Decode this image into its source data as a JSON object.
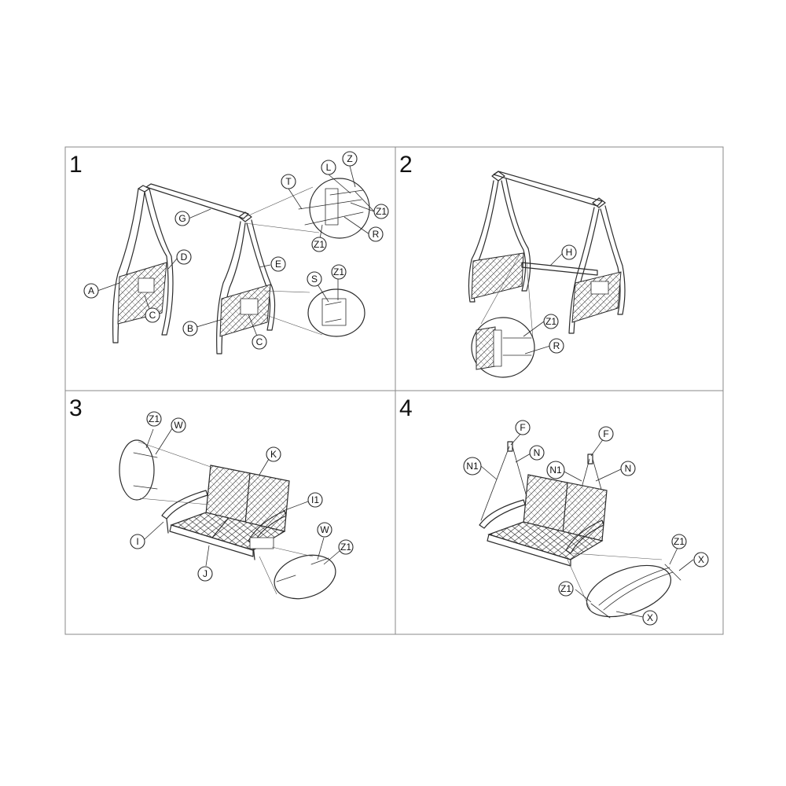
{
  "steps": [
    {
      "number": "1",
      "callouts": [
        "Z",
        "L",
        "T",
        "Z1",
        "R",
        "Z1",
        "G",
        "D",
        "A",
        "C",
        "E",
        "S",
        "Z1",
        "B",
        "C"
      ]
    },
    {
      "number": "2",
      "callouts": [
        "H",
        "Z1",
        "R"
      ]
    },
    {
      "number": "3",
      "callouts": [
        "Z1",
        "W",
        "K",
        "I1",
        "I",
        "J",
        "W",
        "Z1"
      ]
    },
    {
      "number": "4",
      "callouts": [
        "F",
        "N",
        "F",
        "N1",
        "N1",
        "N",
        "Z1",
        "X",
        "Z1",
        "X"
      ]
    }
  ]
}
